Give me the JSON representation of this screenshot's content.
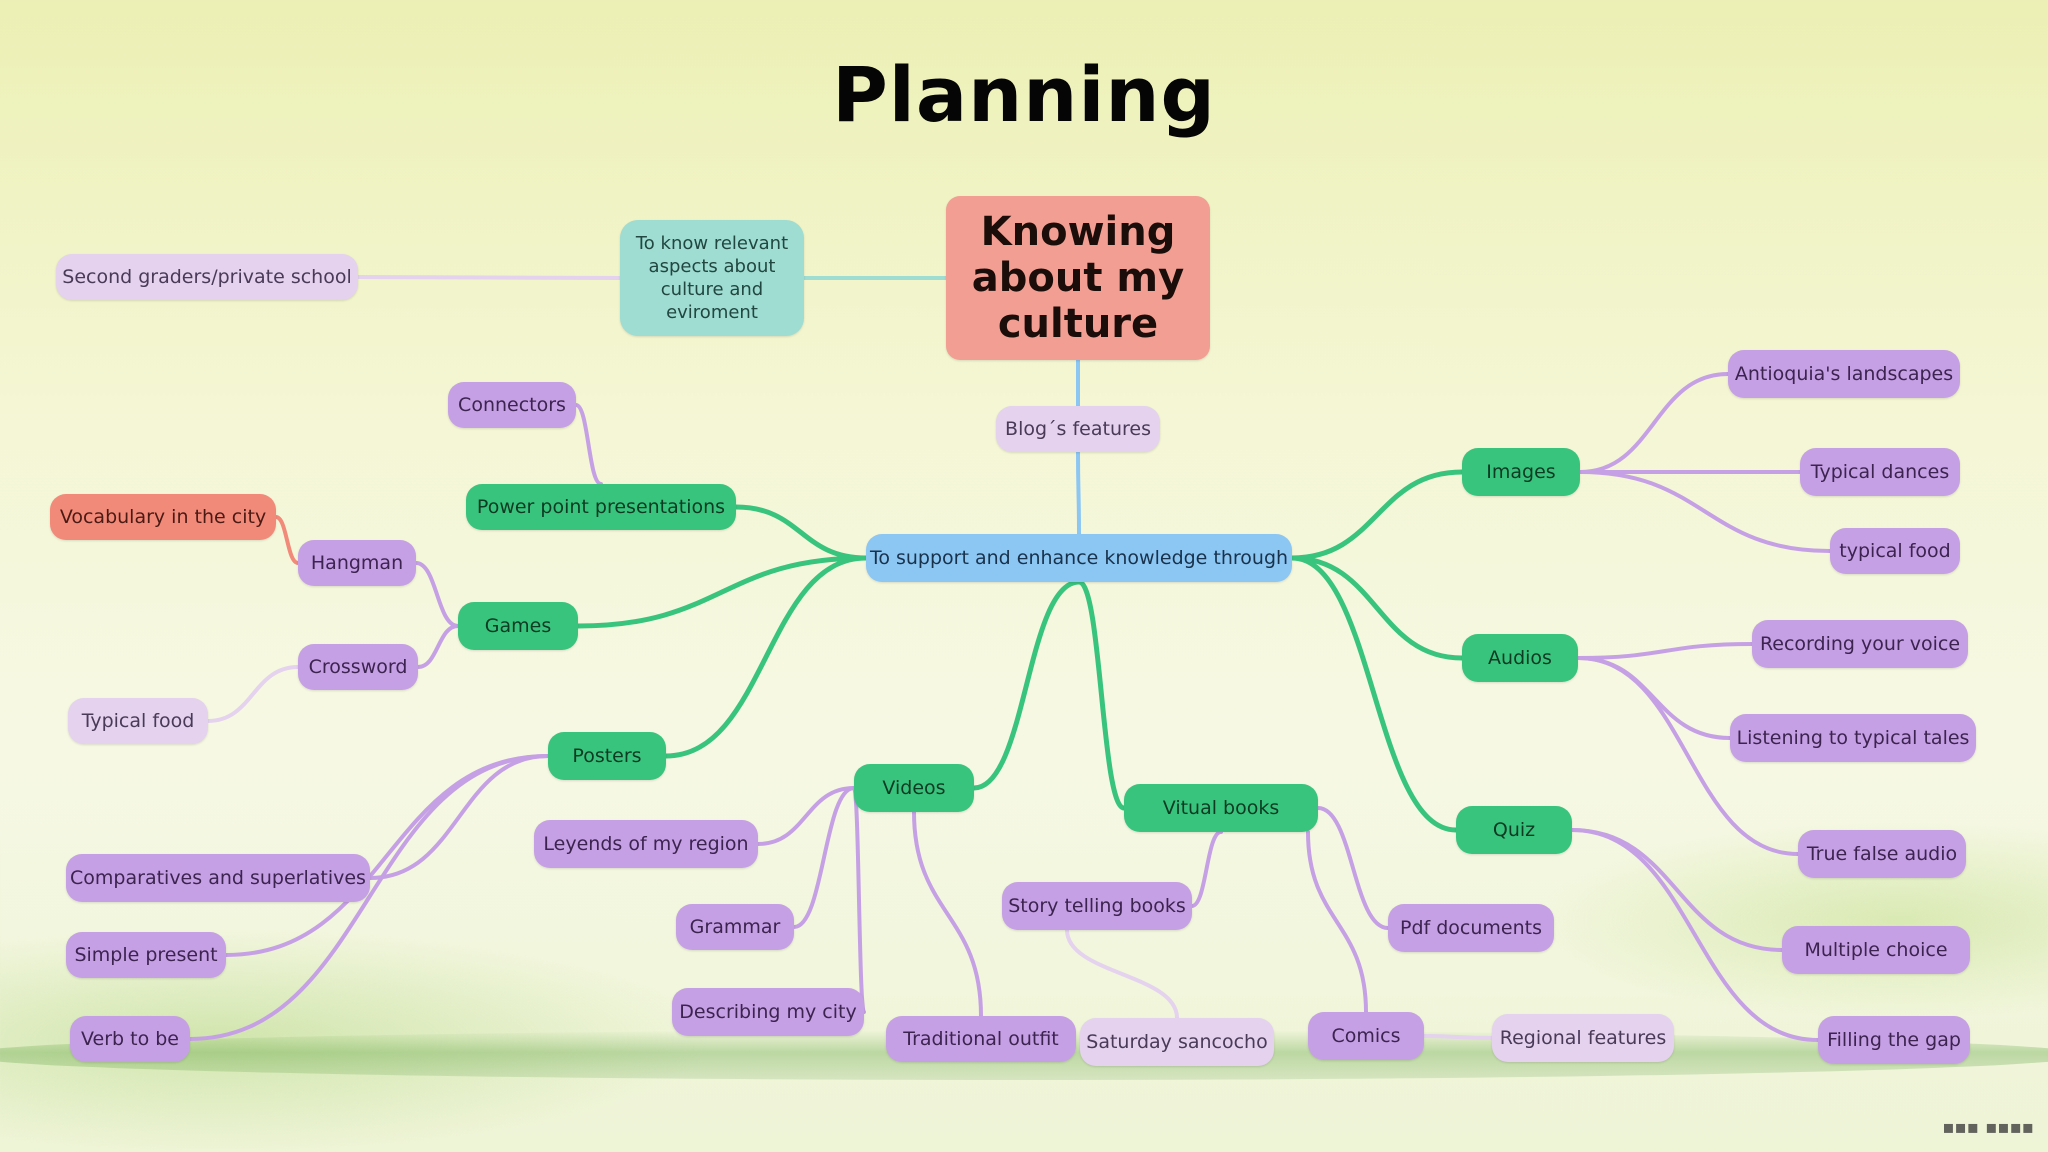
{
  "title": "Planning",
  "colors": {
    "purple": "#c6a0e4",
    "lilac": "#e4d2ee",
    "green": "#39c47e",
    "blue": "#8cc6f2",
    "teal": "#9fdcd2",
    "root": "#f29e92",
    "salmon": "#f28a7a"
  },
  "mindmap": {
    "root": "Knowing about my culture",
    "objective": "To know relevant aspects about culture and eviroment",
    "audience": "Second graders/private school",
    "blog_features": "Blog´s features",
    "hub": "To support and enhance knowledge through",
    "branches": {
      "power_point": "Power point presentations",
      "connectors": "Connectors",
      "games": "Games",
      "hangman": "Hangman",
      "vocabulary_city": "Vocabulary in the city",
      "crossword": "Crossword",
      "typical_food_left": "Typical food",
      "posters": "Posters",
      "comparatives": "Comparatives and superlatives",
      "simple_present": "Simple present",
      "verb_to_be": "Verb to be",
      "videos": "Videos",
      "leyends": "Leyends of my region",
      "grammar": "Grammar",
      "describing_city": "Describing my city",
      "traditional_outfit": "Traditional outfit",
      "virtual_books": "Vitual books",
      "story_books": "Story telling books",
      "saturday_sancocho": "Saturday sancocho",
      "pdf_documents": "Pdf documents",
      "comics": "Comics",
      "regional_features": "Regional features",
      "images": "Images",
      "landscapes": "Antioquia's landscapes",
      "typical_dances": "Typical dances",
      "typical_food_right": "typical food",
      "audios": "Audios",
      "recording_voice": "Recording your voice",
      "typical_tales": "Listening to typical tales",
      "true_false": "True false audio",
      "quiz": "Quiz",
      "multiple_choice": "Multiple choice",
      "filling_gap": "Filling the gap"
    }
  }
}
